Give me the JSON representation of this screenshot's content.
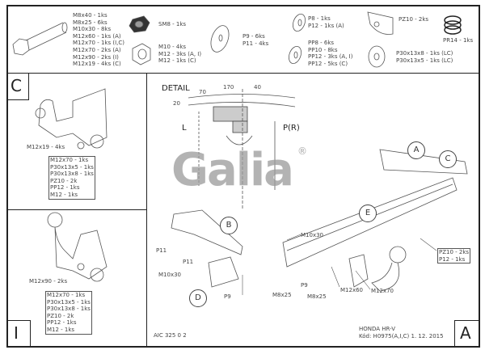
{
  "parts": {
    "bolts": [
      "M8x40 - 1ks",
      "M8x25 - 6ks",
      "M10x30 - 8ks",
      "M12x60 - 1ks (A)",
      "M12x70 - 1ks (I,C)",
      "M12x70 - 2ks (A)",
      "M12x90 - 2ks (I)",
      "M12x19 - 4ks (C)"
    ],
    "self_lock_nut": [
      "SM8 - 1ks"
    ],
    "nuts": [
      "M10 - 4ks",
      "M12 - 3ks (A, I)",
      "M12 - 1ks (C)"
    ],
    "washers_large": [
      "P9 - 6ks",
      "P11 - 4ks"
    ],
    "washers": [
      "P8 - 1ks",
      "P12 - 1ks (A)"
    ],
    "spring_washers": [
      "PP8 - 6ks",
      "PP10 - 8ks",
      "PP12 - 3ks (A, I)",
      "PP12 - 5ks (C)"
    ],
    "plate": [
      "PZ10 - 2ks"
    ],
    "spring": [
      "PR14 - 1ks"
    ],
    "spacers": [
      "P30x13x8 - 1ks (LC)",
      "P30x13x5 - 1ks (LC)"
    ]
  },
  "panel_c": {
    "letter": "C",
    "bolt_label": "M12x19 - 4ks",
    "box": [
      "M12x70 - 1ks",
      "P30x13x5 - 1ks",
      "P30x13x8 - 1ks",
      "PZ10 - 2k",
      "PP12 - 1ks",
      "M12 - 1ks"
    ]
  },
  "panel_i": {
    "letter": "I",
    "bolt_label": "M12x90 - 2ks",
    "box": [
      "M12x70 - 1ks",
      "P30x13x5 - 1ks",
      "P30x13x8 - 1ks",
      "PZ10 - 2k",
      "PP12 - 1ks",
      "M12 - 1ks"
    ]
  },
  "detail": {
    "title": "DETAIL",
    "dim1": "170",
    "dim2": "40",
    "dim3": "70",
    "dim4": "20",
    "dim5": "L",
    "dim6": "P(R)"
  },
  "logo": {
    "text": "Galia",
    "mark": "®"
  },
  "main": {
    "labels": {
      "a": "A",
      "b": "B",
      "c": "C",
      "d": "D",
      "e": "E"
    },
    "callouts": {
      "p11a": "P11",
      "p11b": "P11",
      "m10x30_left": "M10x30",
      "m10x30_top": "M10x30",
      "p9_left": "P9",
      "m8x25_left": "M8x25",
      "p9_mid": "P9",
      "m8x25_mid": "M8x25",
      "m12x60": "M12x60",
      "m12x70": "M12x70"
    },
    "box": [
      "PZ10 - 2ks",
      "P12 - 1ks"
    ],
    "drawing_no": "AIC 325 0 2",
    "vehicle": "HONDA HR-V",
    "code": "Kód: H0975(A,I,C)  1. 12. 2015",
    "variant": "A"
  }
}
